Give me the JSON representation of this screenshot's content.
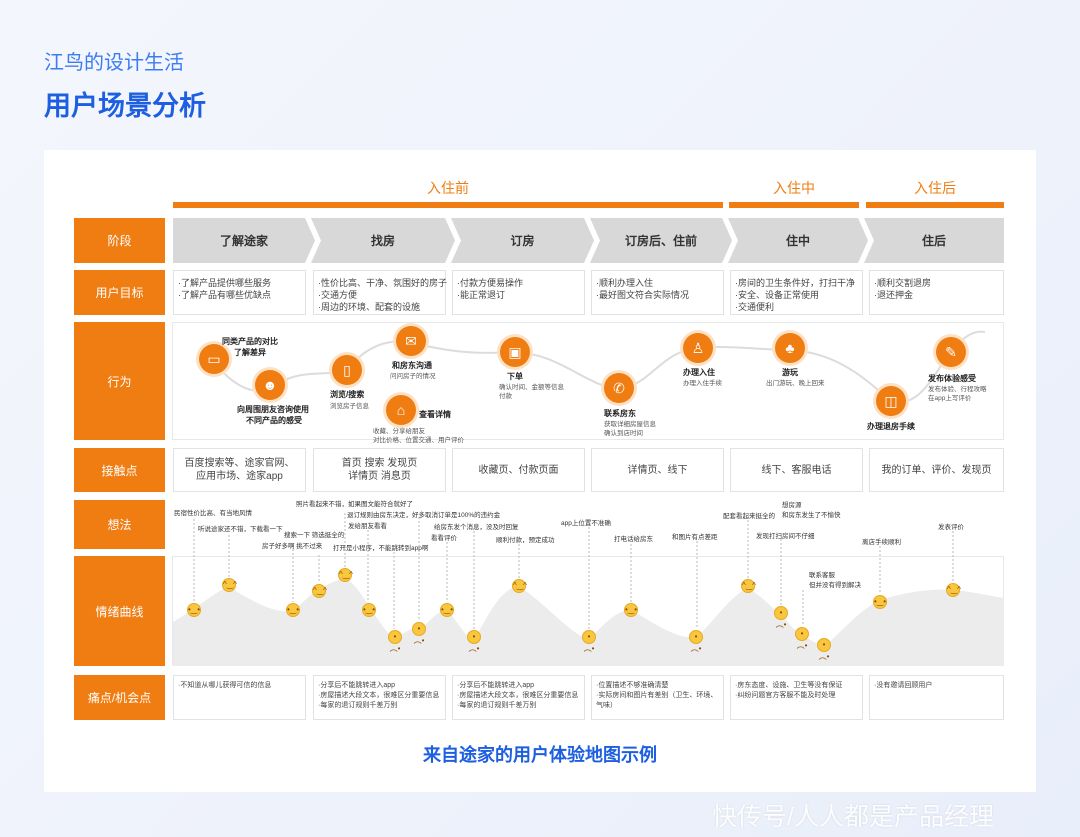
{
  "header": {
    "brand": "江鸟的设计生活",
    "title": "用户场景分析"
  },
  "phases": [
    "入住前",
    "入住中",
    "入住后"
  ],
  "row_labels": [
    "阶段",
    "用户目标",
    "行为",
    "接触点",
    "想法",
    "情绪曲线",
    "痛点/机会点"
  ],
  "stages": [
    "了解途家",
    "找房",
    "订房",
    "订房后、住前",
    "住中",
    "住后"
  ],
  "goals": [
    [
      "·了解产品提供哪些服务",
      "·了解产品有哪些优缺点"
    ],
    [
      "·性价比高、干净、氛围好的房子",
      "·交通方便",
      "·周边的环境、配套的设施"
    ],
    [
      "·付款方便易操作",
      "·能正常退订"
    ],
    [
      "·顺利办理入住",
      "·最好图文符合实际情况"
    ],
    [
      "·房间的卫生条件好，打扫干净",
      "·安全、设备正常使用",
      "·交通便利"
    ],
    [
      "·顺利交割退房",
      "·退还押金"
    ]
  ],
  "behaviors": [
    {
      "icon": "monitor-icon",
      "glyph": "▭",
      "title": [
        "同类产品的对比",
        "了解差异"
      ],
      "desc": []
    },
    {
      "icon": "users-icon",
      "glyph": "☻",
      "title": [
        "向周围朋友咨询使用",
        "不同产品的感受"
      ],
      "desc": []
    },
    {
      "icon": "phone-icon",
      "glyph": "▯",
      "title": [
        "浏览/搜索"
      ],
      "desc": [
        "浏览房子信息"
      ]
    },
    {
      "icon": "chat-icon",
      "glyph": "✉",
      "title": [
        "和房东沟通"
      ],
      "desc": [
        "问问房子的情况"
      ]
    },
    {
      "icon": "home-icon",
      "glyph": "⌂",
      "title": [
        "查看详情"
      ],
      "desc": [
        "收藏、分享给朋友",
        "对比价格、位置交通、用户评价"
      ]
    },
    {
      "icon": "wallet-icon",
      "glyph": "▣",
      "title": [
        "下单"
      ],
      "desc": [
        "确认时间、金额等信息",
        "付款"
      ]
    },
    {
      "icon": "call-icon",
      "glyph": "✆",
      "title": [
        "联系房东"
      ],
      "desc": [
        "获取详细房屋信息",
        "确认到店时间"
      ]
    },
    {
      "icon": "stamp-icon",
      "glyph": "♙",
      "title": [
        "办理入住"
      ],
      "desc": [
        "办理入住手续"
      ]
    },
    {
      "icon": "palm-icon",
      "glyph": "♣",
      "title": [
        "游玩"
      ],
      "desc": [
        "出门游玩、晚上回来"
      ]
    },
    {
      "icon": "luggage-icon",
      "glyph": "◫",
      "title": [
        "办理退房手续"
      ],
      "desc": []
    },
    {
      "icon": "edit-icon",
      "glyph": "✎",
      "title": [
        "发布体验感受"
      ],
      "desc": [
        "发布体验、行程攻略",
        "在app上写评价"
      ]
    }
  ],
  "touchpoints": [
    [
      "百度搜索等、途家官网、",
      "应用市场、途家app"
    ],
    [
      "首页 搜索 发现页",
      "详情页 消息页"
    ],
    [
      "收藏页、付款页面"
    ],
    [
      "详情页、线下"
    ],
    [
      "线下、客服电话"
    ],
    [
      "我的订单、评价、发现页"
    ]
  ],
  "thoughts": [
    "民宿性价比高、有当地风情",
    "听说途家还不错，下载看一下",
    "搜索一下 筛选挺全的",
    "房子好多啊 挑不过来",
    "照片看起来不错，如果图文能符合就好了",
    "退订规则由房东决定，好多取消订单是100%的违约金",
    "发给朋友看看",
    "打开是小程序，不能跳转到app啊",
    "给房东发个消息，没及时回复",
    "看看评价",
    "顺利付款，预定成功",
    "app上位置不准确",
    "打电话给房东",
    "和图片有点差距",
    "配套看起来挺全的",
    "想房源",
    "和房东发生了不愉快",
    "发现打扫房间不仔细",
    "联系客服",
    "但并没有得到解决",
    "离店手续顺利",
    "发表评价"
  ],
  "pains": [
    [
      "·不知道从哪儿获得可信的信息"
    ],
    [
      "·分享后不能跳转进入app",
      "·房屋描述大段文本，很难区分重要信息",
      "·每家的退订规则千差万别"
    ],
    [
      "·分享后不能跳转进入app",
      "·房屋描述大段文本，很难区分重要信息",
      "·每家的退订规则千差万别"
    ],
    [
      "·位置描述不够准确清楚",
      "·实际房间和图片有差别（卫生、环境、",
      "气味）"
    ],
    [
      "·房东态度、设施、卫生等没有保证",
      "·纠纷问题官方客服不能及时处理"
    ],
    [
      "·没有邀请回顾用户"
    ]
  ],
  "caption": "来自途家的用户体验地图示例",
  "watermark": "快传号/人人都是产品经理",
  "colors": {
    "accent": "#f07d12",
    "brand_blue": "#1d5fe0",
    "stage_gray": "#d8d8d8",
    "curve_fill": "#ececec"
  }
}
